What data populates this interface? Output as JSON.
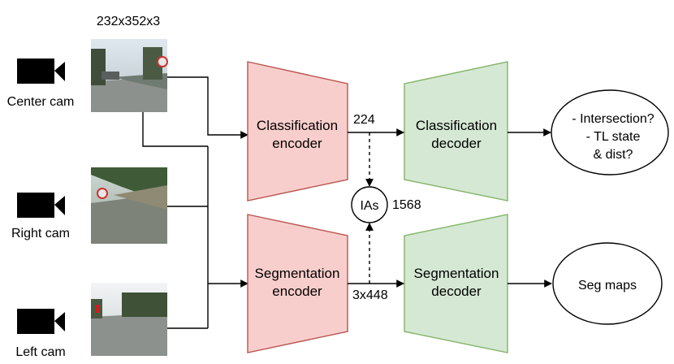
{
  "input_size_label": "232x352x3",
  "cameras": [
    {
      "label": "Center cam",
      "icon": "video-camera-icon"
    },
    {
      "label": "Right cam",
      "icon": "video-camera-icon"
    },
    {
      "label": "Left cam",
      "icon": "video-camera-icon"
    }
  ],
  "blocks": {
    "classification_encoder": [
      "Classification",
      "encoder"
    ],
    "classification_decoder": [
      "Classification",
      "decoder"
    ],
    "segmentation_encoder": [
      "Segmentation",
      "encoder"
    ],
    "segmentation_decoder": [
      "Segmentation",
      "decoder"
    ]
  },
  "edge_labels": {
    "classification_feature": "224",
    "segmentation_feature": "3x448",
    "ias": "IAs",
    "ias_size": "1568"
  },
  "outputs": {
    "classification": [
      "- Intersection?",
      "- TL state",
      "& dist?"
    ],
    "segmentation": "Seg maps"
  },
  "colors": {
    "encoder_fill": "#f8cecc",
    "encoder_stroke": "#b85450",
    "decoder_fill": "#d5e8d4",
    "decoder_stroke": "#82b366"
  }
}
